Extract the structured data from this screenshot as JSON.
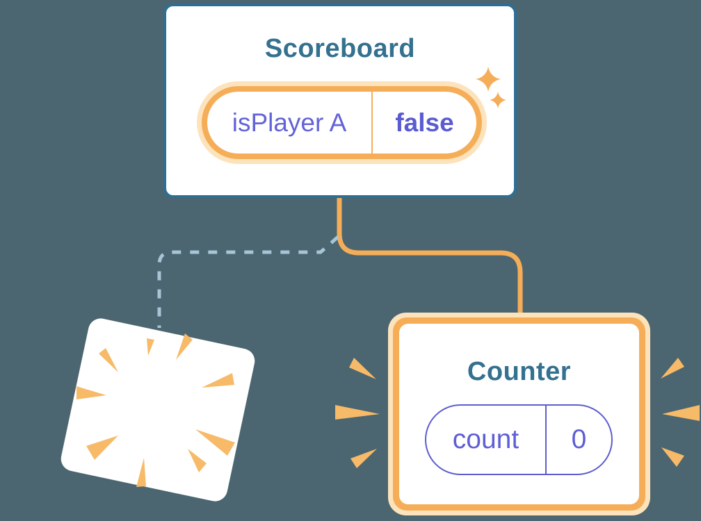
{
  "background_color": "#4B6670",
  "colors": {
    "card_border_blue": "#2D6E95",
    "title_teal": "#34708F",
    "orange": "#F5AD58",
    "orange_light_ring": "#FCE3BC",
    "burst_orange": "#F7BA68",
    "state_purple": "#5E5ED6",
    "dashed_connector_blue": "#A8C5D8",
    "card_background": "#FFFFFF"
  },
  "scoreboard_card": {
    "title": "Scoreboard",
    "state_pill": {
      "name": "isPlayer A",
      "value": "false"
    }
  },
  "counter_card": {
    "title": "Counter",
    "state_pill": {
      "name": "count",
      "value": "0"
    }
  },
  "icons": {
    "sparkles": "sparkles-icon",
    "destroyed_card": "burst-rays-icon",
    "counter_emphasis": "emphasis-burst-icon"
  }
}
